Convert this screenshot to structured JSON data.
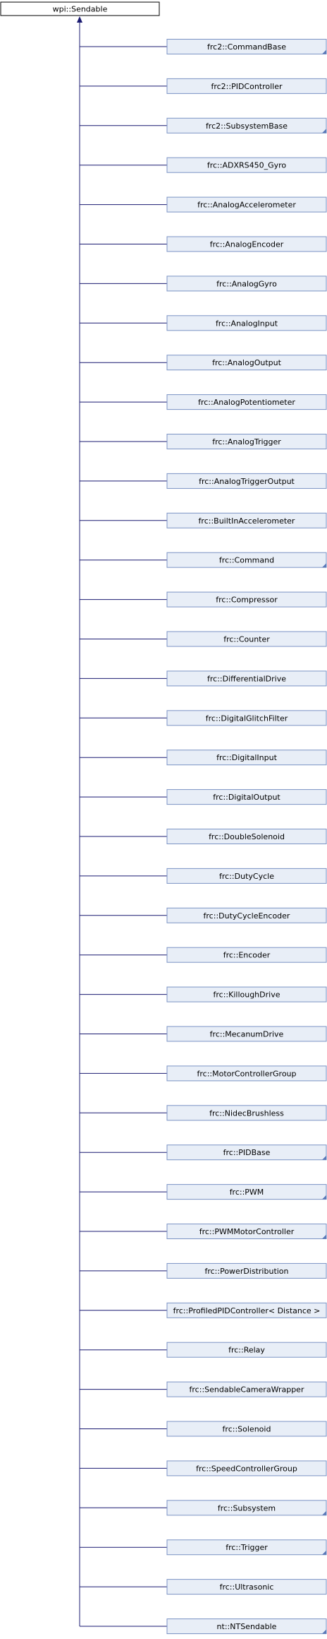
{
  "root": {
    "label": "wpi::Sendable",
    "has_more": false
  },
  "children": [
    {
      "label": "frc2::CommandBase",
      "has_more": true
    },
    {
      "label": "frc2::PIDController",
      "has_more": false
    },
    {
      "label": "frc2::SubsystemBase",
      "has_more": true
    },
    {
      "label": "frc::ADXRS450_Gyro",
      "has_more": false
    },
    {
      "label": "frc::AnalogAccelerometer",
      "has_more": false
    },
    {
      "label": "frc::AnalogEncoder",
      "has_more": false
    },
    {
      "label": "frc::AnalogGyro",
      "has_more": false
    },
    {
      "label": "frc::AnalogInput",
      "has_more": false
    },
    {
      "label": "frc::AnalogOutput",
      "has_more": false
    },
    {
      "label": "frc::AnalogPotentiometer",
      "has_more": false
    },
    {
      "label": "frc::AnalogTrigger",
      "has_more": false
    },
    {
      "label": "frc::AnalogTriggerOutput",
      "has_more": false
    },
    {
      "label": "frc::BuiltInAccelerometer",
      "has_more": false
    },
    {
      "label": "frc::Command",
      "has_more": true
    },
    {
      "label": "frc::Compressor",
      "has_more": false
    },
    {
      "label": "frc::Counter",
      "has_more": false
    },
    {
      "label": "frc::DifferentialDrive",
      "has_more": false
    },
    {
      "label": "frc::DigitalGlitchFilter",
      "has_more": false
    },
    {
      "label": "frc::DigitalInput",
      "has_more": false
    },
    {
      "label": "frc::DigitalOutput",
      "has_more": false
    },
    {
      "label": "frc::DoubleSolenoid",
      "has_more": false
    },
    {
      "label": "frc::DutyCycle",
      "has_more": false
    },
    {
      "label": "frc::DutyCycleEncoder",
      "has_more": false
    },
    {
      "label": "frc::Encoder",
      "has_more": false
    },
    {
      "label": "frc::KilloughDrive",
      "has_more": false
    },
    {
      "label": "frc::MecanumDrive",
      "has_more": false
    },
    {
      "label": "frc::MotorControllerGroup",
      "has_more": false
    },
    {
      "label": "frc::NidecBrushless",
      "has_more": false
    },
    {
      "label": "frc::PIDBase",
      "has_more": true
    },
    {
      "label": "frc::PWM",
      "has_more": true
    },
    {
      "label": "frc::PWMMotorController",
      "has_more": true
    },
    {
      "label": "frc::PowerDistribution",
      "has_more": false
    },
    {
      "label": "frc::ProfiledPIDController< Distance >",
      "has_more": false
    },
    {
      "label": "frc::Relay",
      "has_more": false
    },
    {
      "label": "frc::SendableCameraWrapper",
      "has_more": false
    },
    {
      "label": "frc::Solenoid",
      "has_more": false
    },
    {
      "label": "frc::SpeedControllerGroup",
      "has_more": false
    },
    {
      "label": "frc::Subsystem",
      "has_more": true
    },
    {
      "label": "frc::Trigger",
      "has_more": true
    },
    {
      "label": "frc::Ultrasonic",
      "has_more": false
    },
    {
      "label": "nt::NTSendable",
      "has_more": true
    }
  ],
  "colors": {
    "edge": "#191970",
    "node_fill": "#e8eef7",
    "node_border": "#7b93c4",
    "root_fill": "#ffffff",
    "root_border": "#000000",
    "more_marker": "#5b79b8"
  }
}
